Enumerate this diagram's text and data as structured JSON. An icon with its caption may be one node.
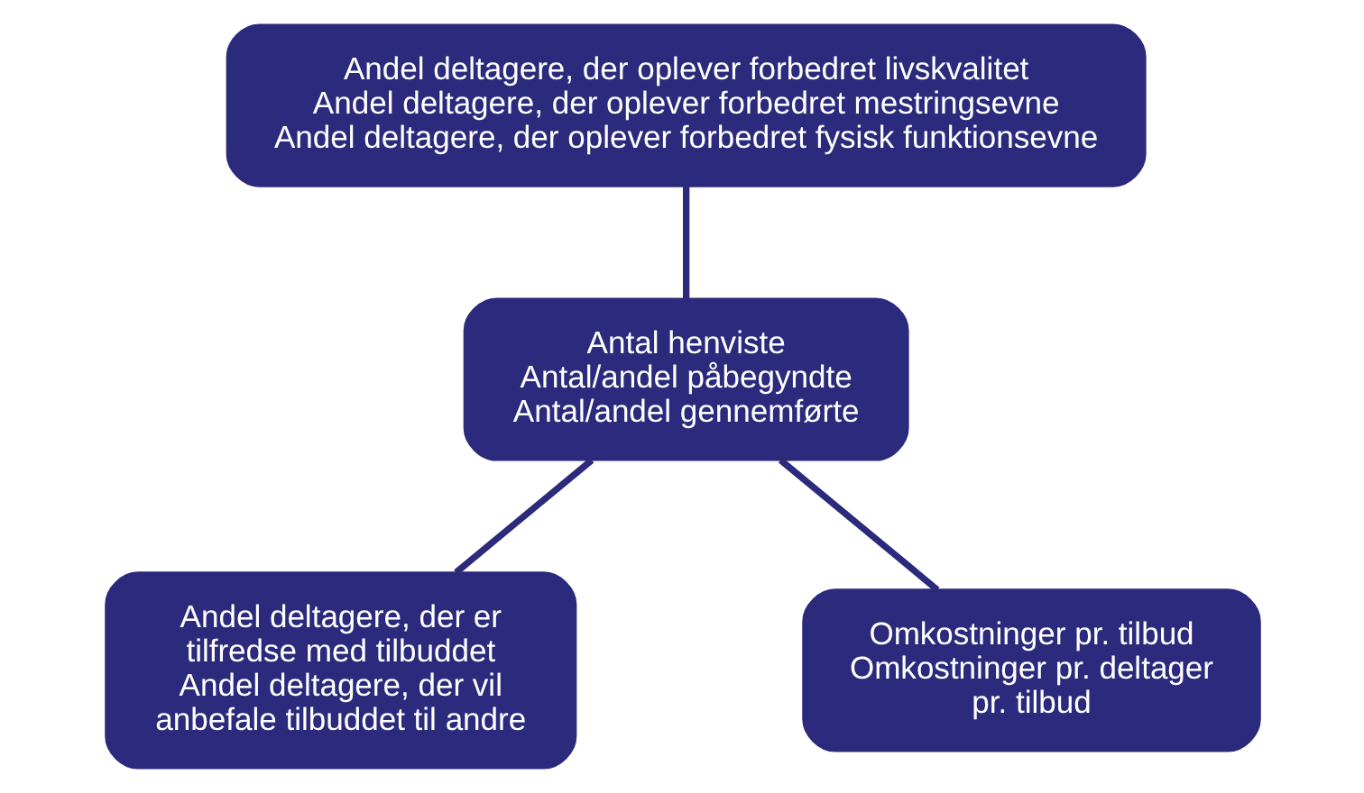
{
  "diagram": {
    "nodes": [
      {
        "text": [
          "Andel deltagere, der oplever forbedret livskvalitet",
          "Andel deltagere, der oplever forbedret mestringsevne",
          "Andel deltagere, der oplever forbedret fysisk funktionsevne"
        ]
      },
      {
        "text": [
          "Antal henviste",
          "Antal/andel påbegyndte",
          "Antal/andel gennemførte"
        ]
      },
      {
        "text": [
          "Andel deltagere, der er tilfredse med tilbuddet",
          "Andel deltagere, der vil anbefale tilbuddet til andre"
        ]
      },
      {
        "text": [
          "Omkostninger pr. tilbud",
          "Omkostninger pr. deltager pr. tilbud"
        ]
      }
    ],
    "edges": [
      {
        "from": 0,
        "to": 1,
        "arrow": "none"
      },
      {
        "from": 1,
        "to": 2,
        "arrow": "none"
      },
      {
        "from": 1,
        "to": 3,
        "arrow": "none"
      }
    ]
  }
}
